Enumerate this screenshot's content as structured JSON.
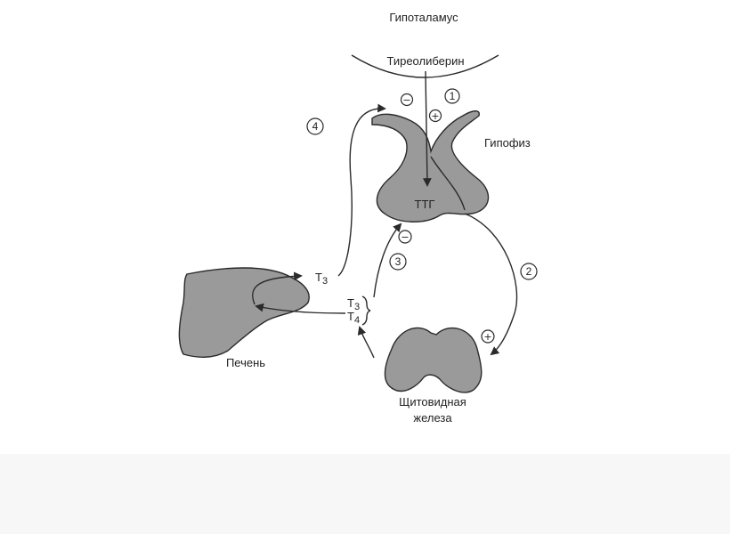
{
  "labels": {
    "hypothalamus": "Гипоталамус",
    "trh": "Тиреолиберин",
    "pituitary": "Гипофиз",
    "tsh": "ТТГ",
    "liver": "Печень",
    "thyroid_line1": "Щитовидная",
    "thyroid_line2": "железа",
    "t3_main": "T",
    "t3_sub": "3",
    "t4_main": "T",
    "t4_sub": "4"
  },
  "markers": {
    "n1": "1",
    "n2": "2",
    "n3": "3",
    "n4": "4",
    "minus": "−",
    "plus": "+"
  }
}
